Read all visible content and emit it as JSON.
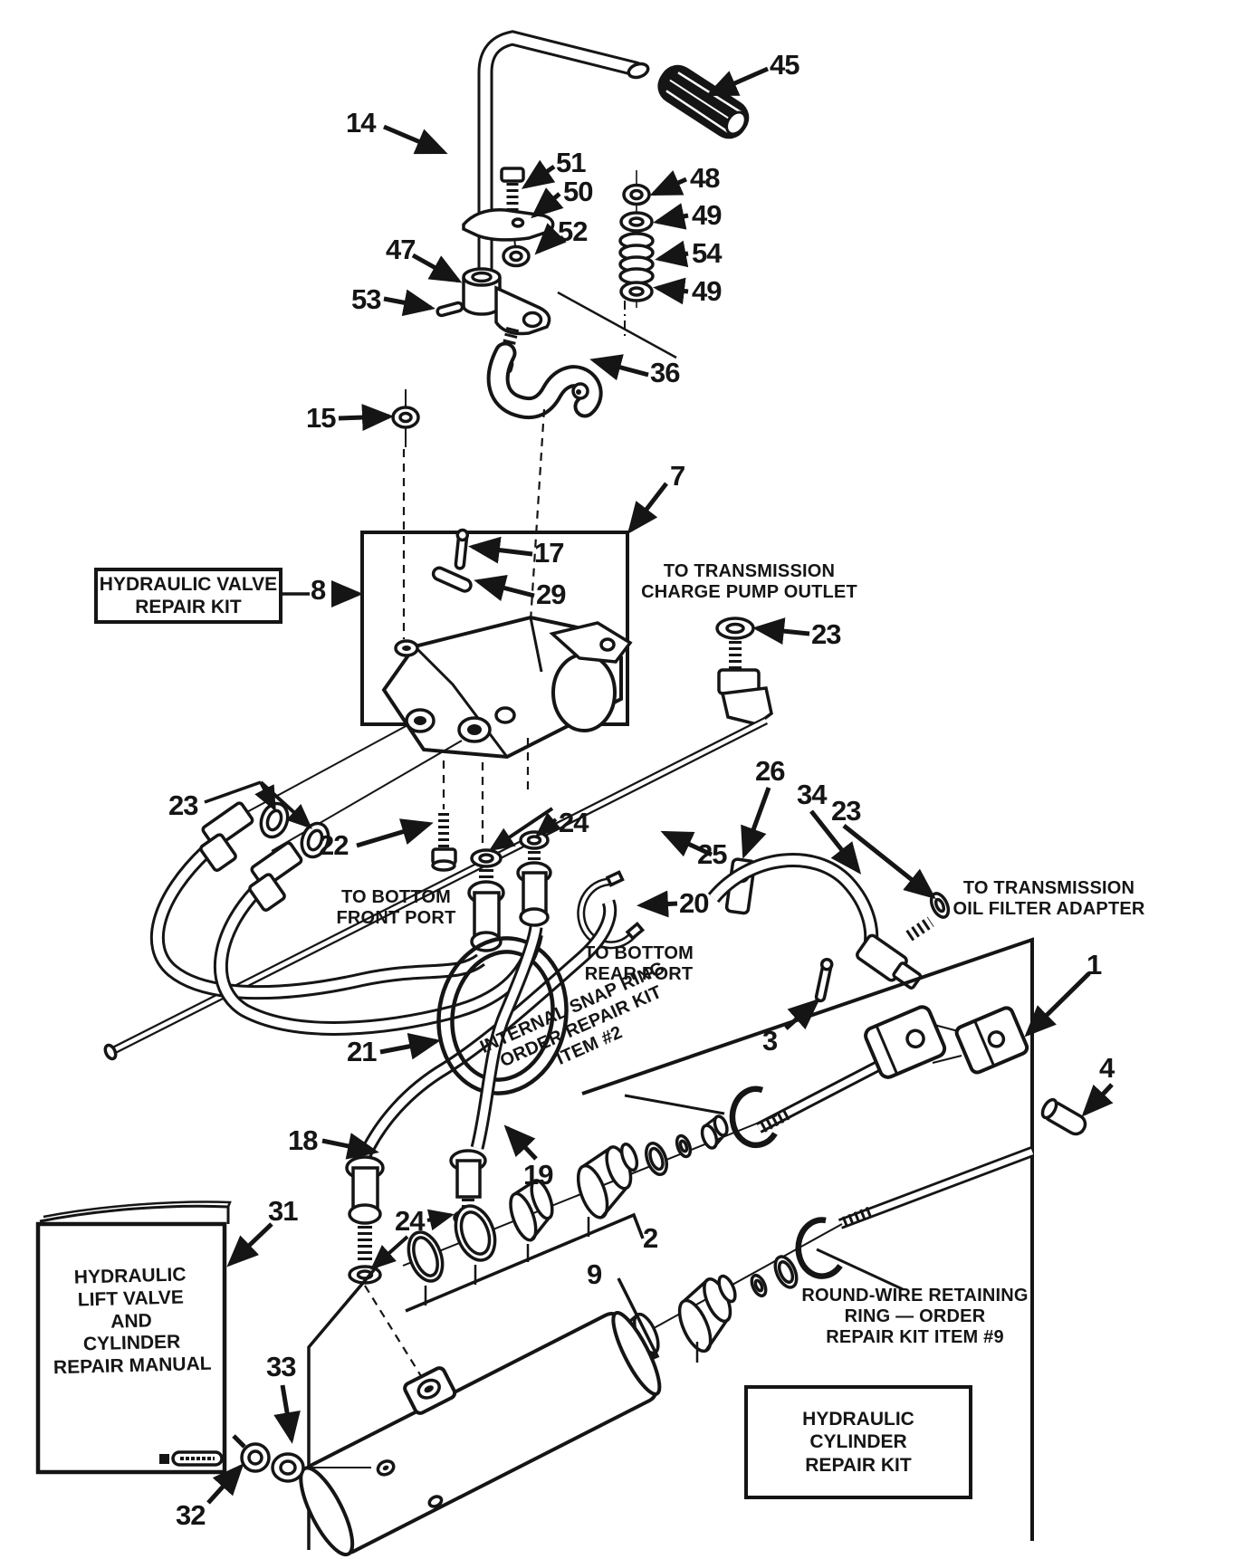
{
  "figure": {
    "background": "#ffffff",
    "ink": "#151515",
    "type": "exploded-parts-diagram"
  },
  "parts": [
    {
      "name": "grip",
      "num": "45"
    },
    {
      "name": "lift-lever",
      "num": "14"
    },
    {
      "name": "bolt",
      "num": "51"
    },
    {
      "name": "friction-plate",
      "num": "50"
    },
    {
      "name": "nut",
      "num": "52"
    },
    {
      "name": "nut",
      "num": "48"
    },
    {
      "name": "washer",
      "num": "49"
    },
    {
      "name": "spring-washer-stack",
      "num": "54"
    },
    {
      "name": "washer",
      "num": "49"
    },
    {
      "name": "lever-collar",
      "num": "47"
    },
    {
      "name": "pin",
      "num": "53"
    },
    {
      "name": "cam-arm",
      "num": "36"
    },
    {
      "name": "nut",
      "num": "15"
    },
    {
      "name": "valve-assembly",
      "num": "7"
    },
    {
      "name": "cotter-pin",
      "num": "17"
    },
    {
      "name": "valve-repair-kit",
      "num": "8"
    },
    {
      "name": "roll-pin",
      "num": "29"
    },
    {
      "name": "o-ring",
      "num": "23"
    },
    {
      "name": "o-ring",
      "num": "23"
    },
    {
      "name": "bolt",
      "num": "22"
    },
    {
      "name": "o-ring",
      "num": "24"
    },
    {
      "name": "steel-tube",
      "num": "25"
    },
    {
      "name": "clamp-bracket",
      "num": "26"
    },
    {
      "name": "hose",
      "num": "34"
    },
    {
      "name": "o-ring",
      "num": "23"
    },
    {
      "name": "snap-clamp",
      "num": "20"
    },
    {
      "name": "hose-coil",
      "num": "21"
    },
    {
      "name": "hose",
      "num": "18"
    },
    {
      "name": "hose",
      "num": "19"
    },
    {
      "name": "o-ring",
      "num": "24"
    },
    {
      "name": "repair-manual",
      "num": "31"
    },
    {
      "name": "cotter-pin",
      "num": "3"
    },
    {
      "name": "cylinder-assembly",
      "num": "1"
    },
    {
      "name": "clevis-pin",
      "num": "4"
    },
    {
      "name": "seal-kit-row",
      "num": "2"
    },
    {
      "name": "seal-kit-row",
      "num": "9"
    },
    {
      "name": "washer",
      "num": "33"
    },
    {
      "name": "grease-fitting",
      "num": "32"
    }
  ],
  "annotations": {
    "charge_pump": "TO TRANSMISSION\nCHARGE PUMP OUTLET",
    "bottom_front": "TO BOTTOM\nFRONT PORT",
    "bottom_rear": "TO BOTTOM\nREAR PORT",
    "oil_filter": "TO TRANSMISSION\nOIL FILTER ADAPTER",
    "snap_ring": "INTERNAL SNAP RING\nORDER REPAIR KIT\nITEM #2",
    "round_wire": "ROUND-WIRE RETAINING\nRING — ORDER\nREPAIR KIT ITEM #9"
  },
  "kit_boxes": {
    "valve_kit": "HYDRAULIC VALVE\nREPAIR KIT",
    "cylinder_kit": "HYDRAULIC\nCYLINDER\nREPAIR KIT"
  },
  "manual": {
    "cover": "HYDRAULIC\nLIFT VALVE\nAND\nCYLINDER\nREPAIR MANUAL"
  }
}
